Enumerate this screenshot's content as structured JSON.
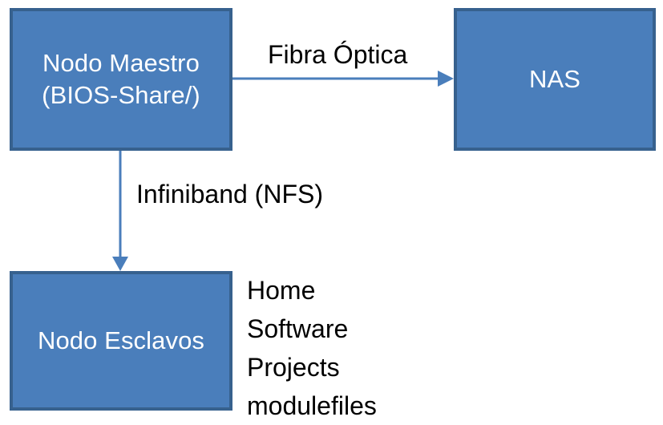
{
  "diagram": {
    "title_present": false,
    "background_color": "#ffffff",
    "node_fill_color": "#4a7ebb",
    "node_border_color": "#37618e",
    "node_text_color": "#ffffff",
    "connector_color": "#4a7ebb",
    "label_text_color": "#000000",
    "nodes": [
      {
        "id": "master",
        "lines": [
          "Nodo Maestro",
          "(BIOS-Share/)"
        ],
        "line1": "Nodo Maestro",
        "line2": "(BIOS-Share/)"
      },
      {
        "id": "nas",
        "lines": [
          "NAS"
        ],
        "line1": "NAS"
      },
      {
        "id": "slave",
        "lines": [
          "Nodo Esclavos"
        ],
        "line1": "Nodo Esclavos"
      }
    ],
    "connectors": [
      {
        "id": "master-to-nas",
        "label": "Fibra Óptica",
        "from": "master",
        "to": "nas",
        "direction": "right"
      },
      {
        "id": "master-to-slave",
        "label": "Infiniband (NFS)",
        "from": "master",
        "to": "slave",
        "direction": "down"
      }
    ],
    "share_list": {
      "items": [
        {
          "label": "Home"
        },
        {
          "label": "Software"
        },
        {
          "label": "Projects"
        },
        {
          "label": "modulefiles"
        }
      ]
    }
  }
}
